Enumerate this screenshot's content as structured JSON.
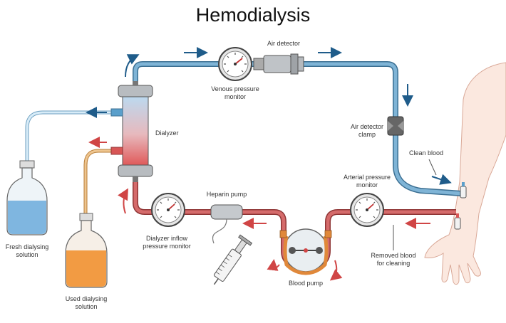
{
  "title": "Hemodialysis",
  "labels": {
    "air_detector": "Air detector",
    "venous_monitor_1": "Venous pressure",
    "venous_monitor_2": "monitor",
    "dialyzer": "Dialyzer",
    "air_clamp_1": "Air detector",
    "air_clamp_2": "clamp",
    "clean_blood": "Clean blood",
    "arterial_monitor_1": "Arterial pressure",
    "arterial_monitor_2": "monitor",
    "heparin_pump": "Heparin pump",
    "inflow_monitor_1": "Dialyzer inflow",
    "inflow_monitor_2": "pressure monitor",
    "removed_blood_1": "Removed blood",
    "removed_blood_2": "for cleaning",
    "blood_pump": "Blood pump",
    "fresh_solution_1": "Fresh dialysing",
    "fresh_solution_2": "solution",
    "used_solution_1": "Used dialysing",
    "used_solution_2": "solution"
  },
  "colors": {
    "clean_blood_tube": "#6aa6c9",
    "dirty_blood_tube": "#c95a5a",
    "fresh_solution": "#8fc3e6",
    "used_solution": "#f0a050",
    "arrow_blue": "#1f5c8a",
    "arrow_red": "#d04545"
  }
}
